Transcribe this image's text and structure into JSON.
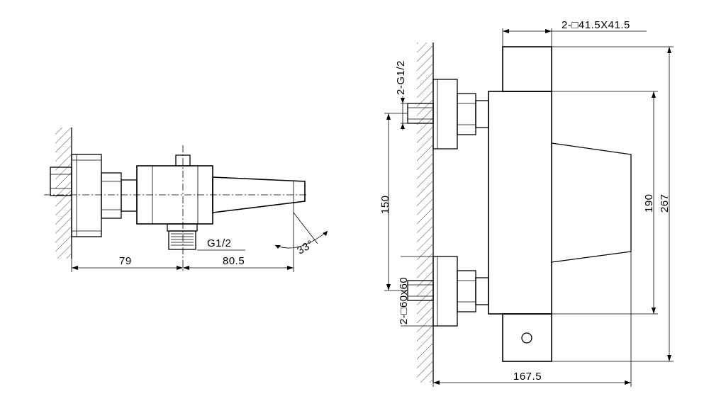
{
  "left_view": {
    "dim_wall_to_center": "79",
    "dim_center_to_spout": "80.5",
    "outlet_thread": "G1/2",
    "spout_angle": "33°"
  },
  "right_view": {
    "cover_plates": "2-□41.5X41.5",
    "inlet_threads": "2-G1/2",
    "inlet_spacing": "150",
    "body_height": "190",
    "overall_height": "267",
    "escutcheons": "2-□60x60",
    "overall_depth": "167.5"
  }
}
